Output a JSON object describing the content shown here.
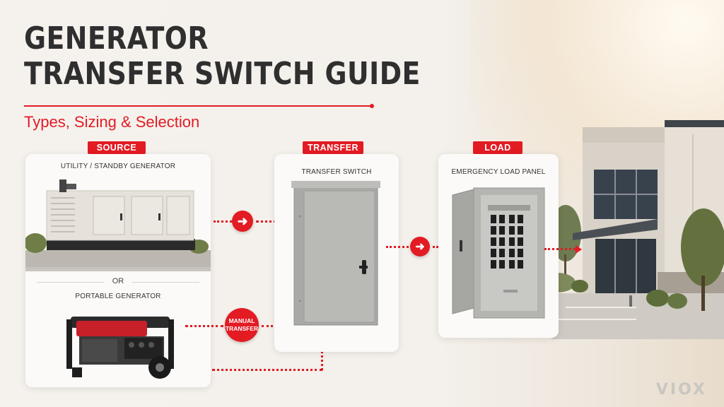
{
  "title": {
    "line1": "GENERATOR",
    "line2": "TRANSFER SWITCH GUIDE",
    "subtitle": "Types, Sizing & Selection"
  },
  "stages": {
    "source": {
      "tag": "SOURCE",
      "option1": "UTILITY / STANDBY GENERATOR",
      "divider": "OR",
      "option2": "PORTABLE GENERATOR"
    },
    "transfer": {
      "tag": "TRANSFER",
      "label": "TRANSFER SWITCH",
      "manual_badge": "MANUAL TRANSFER"
    },
    "load": {
      "tag": "LOAD",
      "label": "EMERGENCY LOAD PANEL"
    }
  },
  "icons": {
    "flow_arrow": "arrow-right-icon",
    "arrow_glyph": "➜"
  },
  "colors": {
    "accent": "#e31b23",
    "title": "#2f2f2f",
    "card": "#fbfaf8"
  },
  "logo": "VIOX"
}
